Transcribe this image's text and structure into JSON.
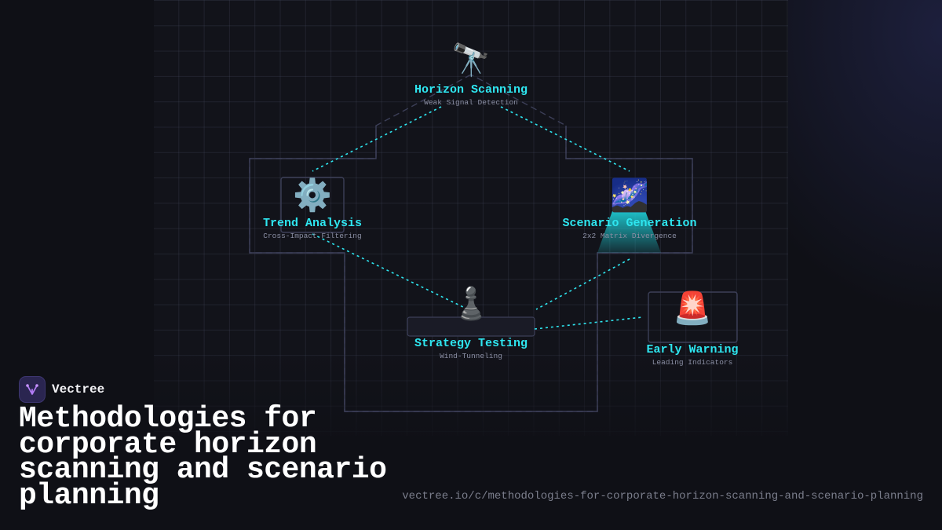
{
  "brand": {
    "name": "Vectree",
    "logo_icon": "vector-tree-icon"
  },
  "headline": "Methodologies for corporate horizon scanning and scenario planning",
  "url": "vectree.io/c/methodologies-for-corporate-horizon-scanning-and-scenario-planning",
  "colors": {
    "accent": "#2ee6f0",
    "background": "#0f1016",
    "panel": "#12131a",
    "outline": "#3c3f58",
    "subtitle": "#8a8ea3",
    "brand_logo_bg": "#2a2550"
  },
  "diagram": {
    "nodes": [
      {
        "id": "horizon",
        "title": "Horizon Scanning",
        "subtitle": "Weak Signal Detection",
        "icon": "🔭",
        "icon_name": "telescope-icon"
      },
      {
        "id": "trend",
        "title": "Trend Analysis",
        "subtitle": "Cross-Impact Filtering",
        "icon": "⚙️",
        "icon_name": "gear-icon"
      },
      {
        "id": "scenario",
        "title": "Scenario Generation",
        "subtitle": "2x2 Matrix Divergence",
        "icon": "🌌",
        "icon_name": "milky-way-icon"
      },
      {
        "id": "strategy",
        "title": "Strategy Testing",
        "subtitle": "Wind-Tunneling",
        "icon": "♟️",
        "icon_name": "chess-pawn-icon"
      },
      {
        "id": "warning",
        "title": "Early Warning",
        "subtitle": "Leading Indicators",
        "icon": "🚨",
        "icon_name": "siren-icon"
      }
    ],
    "edges": [
      {
        "from": "horizon",
        "to": "trend"
      },
      {
        "from": "horizon",
        "to": "scenario"
      },
      {
        "from": "trend",
        "to": "strategy"
      },
      {
        "from": "scenario",
        "to": "strategy"
      },
      {
        "from": "strategy",
        "to": "warning"
      }
    ]
  }
}
